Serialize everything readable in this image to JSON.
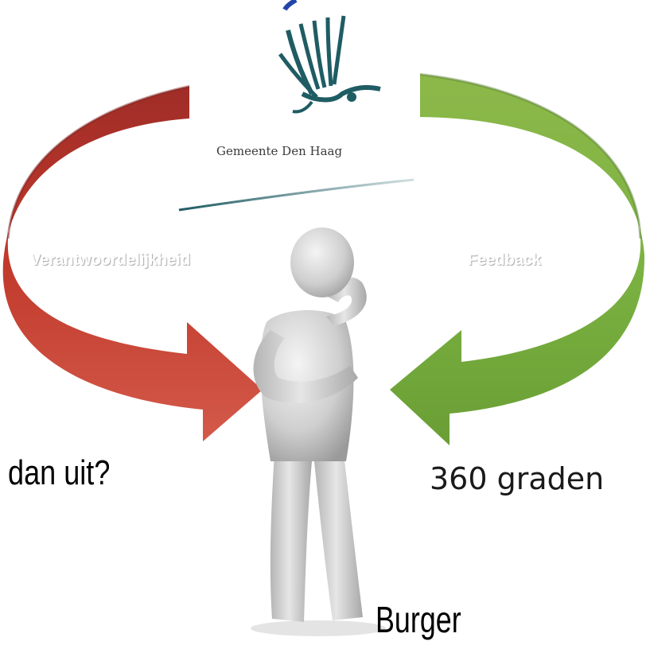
{
  "logo": {
    "caption": "Gemeente Den Haag",
    "icon": "stork-icon"
  },
  "arrows": {
    "left_label": "Verantwoordelijkheid",
    "right_label": "Feedback",
    "left_color": "#c0392b",
    "right_color": "#7cb342"
  },
  "figure": {
    "icon": "thinking-person-icon"
  },
  "side_text": {
    "left": "dan uit?",
    "right": "360 graden"
  },
  "bottom_label": "Burger"
}
